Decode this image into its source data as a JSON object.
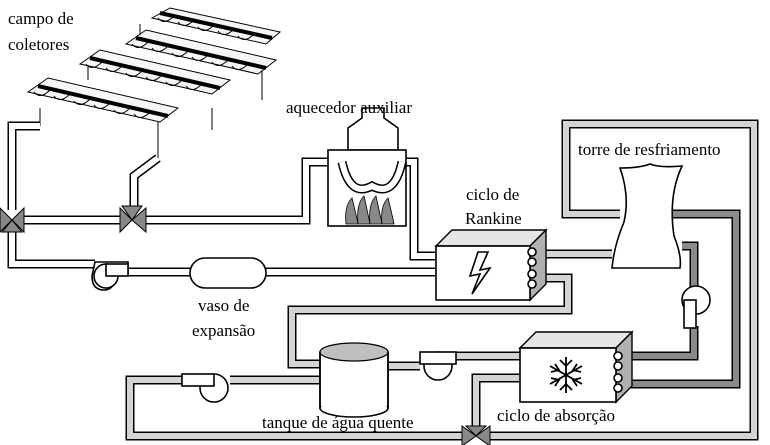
{
  "labels": {
    "collector_field_line1": "campo de",
    "collector_field_line2": "coletores",
    "aux_heater": "aquecedor auxiliar",
    "rankine_line1": "ciclo de",
    "rankine_line2": "Rankine",
    "cooling_tower": "torre de resfriamento",
    "expansion_line1": "vaso de",
    "expansion_line2": "expansão",
    "hot_water_tank": "tanque de água quente",
    "absorption_cycle": "ciclo de absorção"
  },
  "colors": {
    "collector_loop": "#ffffff",
    "tank_loop": "#d4d4d4",
    "cooling_loop": "#8a8a8a",
    "outline": "#000000"
  },
  "icons": {
    "rankine": "lightning-icon",
    "absorption": "snowflake-icon",
    "heater": "flame-icon"
  }
}
